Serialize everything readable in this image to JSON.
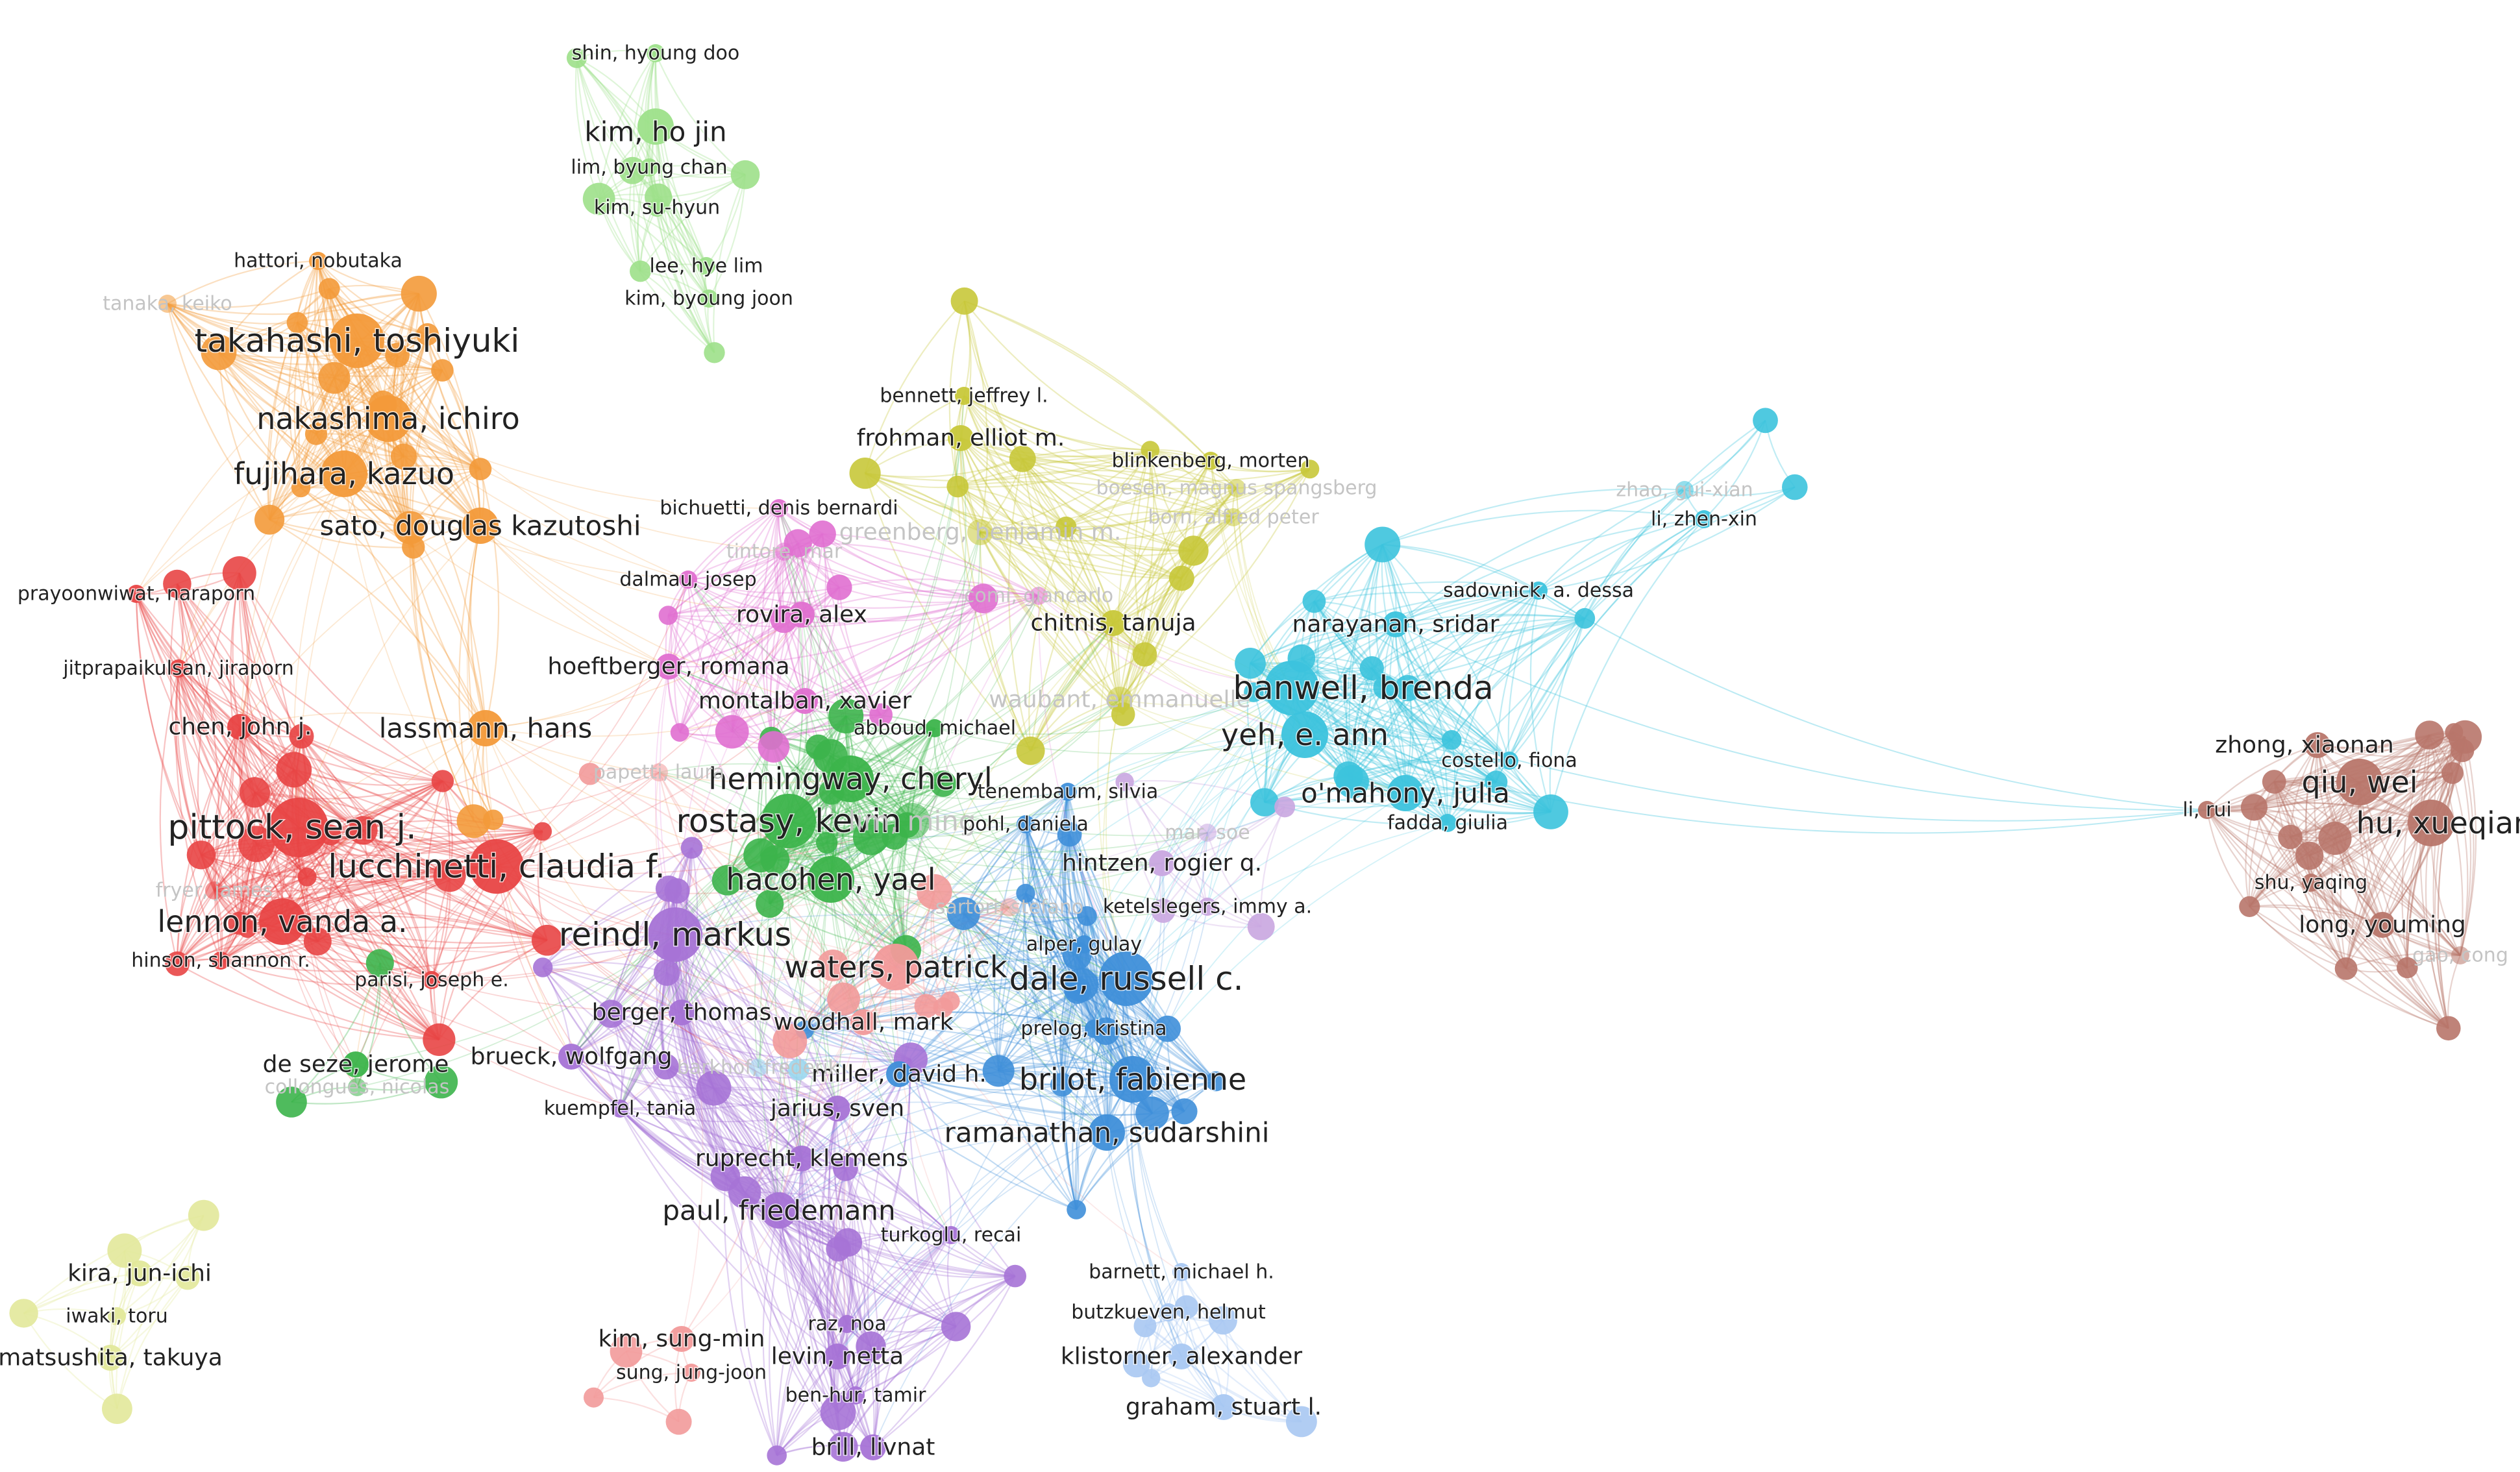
{
  "clusters": [
    {
      "id": "red",
      "color": "#e84545"
    },
    {
      "id": "green",
      "color": "#3cb44b"
    },
    {
      "id": "orange",
      "color": "#f39a3a"
    },
    {
      "id": "cyan",
      "color": "#3cc3dd"
    },
    {
      "id": "blue",
      "color": "#3f8fd9"
    },
    {
      "id": "lightgreen",
      "color": "#9de08a"
    },
    {
      "id": "olive",
      "color": "#c8c83a"
    },
    {
      "id": "purple",
      "color": "#a673d6"
    },
    {
      "id": "pink",
      "color": "#e06fd0"
    },
    {
      "id": "brown",
      "color": "#b8766a"
    },
    {
      "id": "salmon",
      "color": "#f29a9a"
    },
    {
      "id": "lavender",
      "color": "#c9a6e0"
    },
    {
      "id": "lightblue",
      "color": "#a9c8f2"
    },
    {
      "id": "skyblue",
      "color": "#9ad7ee"
    },
    {
      "id": "paleyellow",
      "color": "#e2e89a"
    }
  ],
  "nodes": [
    {
      "id": "shin_hd",
      "label": "shin, hyoung doo",
      "cluster": "lightgreen",
      "weight": 1
    },
    {
      "id": "kim_hj",
      "label": "kim, ho jin",
      "cluster": "lightgreen",
      "weight": 3
    },
    {
      "id": "lim_bc",
      "label": "lim, byung chan",
      "cluster": "lightgreen",
      "weight": 1
    },
    {
      "id": "kim_sh",
      "label": "kim, su-hyun",
      "cluster": "lightgreen",
      "weight": 1
    },
    {
      "id": "lee_hl",
      "label": "lee, hye lim",
      "cluster": "lightgreen",
      "weight": 1
    },
    {
      "id": "kim_bj",
      "label": "kim, byoung joon",
      "cluster": "lightgreen",
      "weight": 1
    },
    {
      "id": "hattori",
      "label": "hattori, nobutaka",
      "cluster": "orange",
      "weight": 1
    },
    {
      "id": "tanaka",
      "label": "tanaka, keiko",
      "cluster": "orange",
      "weight": 1,
      "faded": true
    },
    {
      "id": "takahashi",
      "label": "takahashi, toshiyuki",
      "cluster": "orange",
      "weight": 5
    },
    {
      "id": "nakashima",
      "label": "nakashima, ichiro",
      "cluster": "orange",
      "weight": 4
    },
    {
      "id": "fujihara",
      "label": "fujihara, kazuo",
      "cluster": "orange",
      "weight": 4
    },
    {
      "id": "sato",
      "label": "sato, douglas kazutoshi",
      "cluster": "orange",
      "weight": 3
    },
    {
      "id": "lassmann",
      "label": "lassmann, hans",
      "cluster": "orange",
      "weight": 3
    },
    {
      "id": "prayoonwiwat",
      "label": "prayoonwiwat, naraporn",
      "cluster": "red",
      "weight": 1
    },
    {
      "id": "jitprapaikulsan",
      "label": "jitprapaikulsan, jiraporn",
      "cluster": "red",
      "weight": 1
    },
    {
      "id": "chen_jj",
      "label": "chen, john j.",
      "cluster": "red",
      "weight": 2
    },
    {
      "id": "pittock",
      "label": "pittock, sean j.",
      "cluster": "red",
      "weight": 6
    },
    {
      "id": "lucchinetti",
      "label": "lucchinetti, claudia f.",
      "cluster": "red",
      "weight": 5
    },
    {
      "id": "lennon",
      "label": "lennon, vanda a.",
      "cluster": "red",
      "weight": 4
    },
    {
      "id": "hinson",
      "label": "hinson, shannon r.",
      "cluster": "red",
      "weight": 1
    },
    {
      "id": "parisi",
      "label": "parisi, joseph e.",
      "cluster": "red",
      "weight": 1
    },
    {
      "id": "fryer",
      "label": "fryer, james",
      "cluster": "red",
      "weight": 1,
      "faded": true
    },
    {
      "id": "hemingway",
      "label": "hemingway, cheryl",
      "cluster": "green",
      "weight": 4
    },
    {
      "id": "rostasy",
      "label": "rostasy, kevin",
      "cluster": "green",
      "weight": 5
    },
    {
      "id": "hacohen",
      "label": "hacohen, yael",
      "cluster": "green",
      "weight": 4
    },
    {
      "id": "abboud",
      "label": "abboud, michael",
      "cluster": "green",
      "weight": 1
    },
    {
      "id": "de_seze",
      "label": "de seze, jerome",
      "cluster": "green",
      "weight": 2
    },
    {
      "id": "collongues",
      "label": "collongues, nicolas",
      "cluster": "green",
      "weight": 1,
      "faded": true
    },
    {
      "id": "lim_ming",
      "label": "lim, ming",
      "cluster": "green",
      "weight": 3,
      "faded": true
    },
    {
      "id": "bennett",
      "label": "bennett, jeffrey l.",
      "cluster": "olive",
      "weight": 1
    },
    {
      "id": "frohman",
      "label": "frohman, elliot m.",
      "cluster": "olive",
      "weight": 2
    },
    {
      "id": "greenberg",
      "label": "greenberg, benjamin m.",
      "cluster": "olive",
      "weight": 2,
      "faded": true
    },
    {
      "id": "blinkenberg",
      "label": "blinkenberg, morten",
      "cluster": "olive",
      "weight": 1
    },
    {
      "id": "boesen",
      "label": "boesen, magnus spangsberg",
      "cluster": "olive",
      "weight": 1,
      "faded": true
    },
    {
      "id": "born",
      "label": "born, alfred peter",
      "cluster": "olive",
      "weight": 1,
      "faded": true
    },
    {
      "id": "chitnis",
      "label": "chitnis, tanuja",
      "cluster": "olive",
      "weight": 2
    },
    {
      "id": "waubant",
      "label": "waubant, emmanuelle",
      "cluster": "olive",
      "weight": 2,
      "faded": true
    },
    {
      "id": "bichuetti",
      "label": "bichuetti, denis bernardi",
      "cluster": "pink",
      "weight": 1
    },
    {
      "id": "tintore",
      "label": "tintore, mar",
      "cluster": "pink",
      "weight": 1,
      "faded": true
    },
    {
      "id": "dalmau",
      "label": "dalmau, josep",
      "cluster": "pink",
      "weight": 1
    },
    {
      "id": "rovira",
      "label": "rovira, alex",
      "cluster": "pink",
      "weight": 2
    },
    {
      "id": "hoeftberger",
      "label": "hoeftberger, romana",
      "cluster": "pink",
      "weight": 2
    },
    {
      "id": "montalban",
      "label": "montalban, xavier",
      "cluster": "pink",
      "weight": 2
    },
    {
      "id": "comi",
      "label": "comi, giancarlo",
      "cluster": "pink",
      "weight": 1,
      "faded": true
    },
    {
      "id": "zhao",
      "label": "zhao, gui-xian",
      "cluster": "cyan",
      "weight": 1,
      "faded": true
    },
    {
      "id": "li_zx",
      "label": "li, zhen-xin",
      "cluster": "cyan",
      "weight": 1
    },
    {
      "id": "sadovnick",
      "label": "sadovnick, a. dessa",
      "cluster": "cyan",
      "weight": 1
    },
    {
      "id": "narayanan",
      "label": "narayanan, sridar",
      "cluster": "cyan",
      "weight": 2
    },
    {
      "id": "banwell",
      "label": "banwell, brenda",
      "cluster": "cyan",
      "weight": 5
    },
    {
      "id": "yeh",
      "label": "yeh, e. ann",
      "cluster": "cyan",
      "weight": 4
    },
    {
      "id": "costello",
      "label": "costello, fiona",
      "cluster": "cyan",
      "weight": 1
    },
    {
      "id": "omahony",
      "label": "o'mahony, julia",
      "cluster": "cyan",
      "weight": 3
    },
    {
      "id": "fadda",
      "label": "fadda, giulia",
      "cluster": "cyan",
      "weight": 1
    },
    {
      "id": "tenembaum",
      "label": "tenembaum, silvia",
      "cluster": "blue",
      "weight": 1
    },
    {
      "id": "pohl",
      "label": "pohl, daniela",
      "cluster": "blue",
      "weight": 1
    },
    {
      "id": "alper",
      "label": "alper, gulay",
      "cluster": "blue",
      "weight": 1
    },
    {
      "id": "dale",
      "label": "dale, russell c.",
      "cluster": "blue",
      "weight": 5
    },
    {
      "id": "prelog",
      "label": "prelog, kristina",
      "cluster": "blue",
      "weight": 1
    },
    {
      "id": "brilot",
      "label": "brilot, fabienne",
      "cluster": "blue",
      "weight": 4
    },
    {
      "id": "miller",
      "label": "miller, david h.",
      "cluster": "blue",
      "weight": 2
    },
    {
      "id": "ramanathan",
      "label": "ramanathan, sudarshini",
      "cluster": "blue",
      "weight": 3
    },
    {
      "id": "mar_soe",
      "label": "mar, soe",
      "cluster": "lavender",
      "weight": 1,
      "faded": true
    },
    {
      "id": "hintzen",
      "label": "hintzen, rogier q.",
      "cluster": "lavender",
      "weight": 2
    },
    {
      "id": "ketelslegers",
      "label": "ketelslegers, immy a.",
      "cluster": "lavender",
      "weight": 1
    },
    {
      "id": "sartori",
      "label": "sartori, stefano",
      "cluster": "salmon",
      "weight": 1,
      "faded": true
    },
    {
      "id": "waters",
      "label": "waters, patrick",
      "cluster": "salmon",
      "weight": 4
    },
    {
      "id": "woodhall",
      "label": "woodhall, mark",
      "cluster": "salmon",
      "weight": 2
    },
    {
      "id": "kim_sm",
      "label": "kim, sung-min",
      "cluster": "salmon",
      "weight": 2
    },
    {
      "id": "sung_jj",
      "label": "sung, jung-joon",
      "cluster": "salmon",
      "weight": 1
    },
    {
      "id": "papetti",
      "label": "papetti, laura",
      "cluster": "salmon",
      "weight": 1,
      "faded": true
    },
    {
      "id": "reindl",
      "label": "reindl, markus",
      "cluster": "purple",
      "weight": 5
    },
    {
      "id": "berger",
      "label": "berger, thomas",
      "cluster": "purple",
      "weight": 2
    },
    {
      "id": "brueck",
      "label": "brueck, wolfgang",
      "cluster": "purple",
      "weight": 2
    },
    {
      "id": "kuempfel",
      "label": "kuempfel, tania",
      "cluster": "purple",
      "weight": 1
    },
    {
      "id": "jarius",
      "label": "jarius, sven",
      "cluster": "purple",
      "weight": 2
    },
    {
      "id": "ruprecht",
      "label": "ruprecht, klemens",
      "cluster": "purple",
      "weight": 2
    },
    {
      "id": "paul",
      "label": "paul, friedemann",
      "cluster": "purple",
      "weight": 3
    },
    {
      "id": "turkoglu",
      "label": "turkoglu, recai",
      "cluster": "purple",
      "weight": 1
    },
    {
      "id": "raz",
      "label": "raz, noa",
      "cluster": "purple",
      "weight": 1
    },
    {
      "id": "levin",
      "label": "levin, netta",
      "cluster": "purple",
      "weight": 2
    },
    {
      "id": "ben_hur",
      "label": "ben-hur, tamir",
      "cluster": "purple",
      "weight": 1
    },
    {
      "id": "brill",
      "label": "brill, livnat",
      "cluster": "purple",
      "weight": 2
    },
    {
      "id": "barkhof",
      "label": "barkhof, frederik",
      "cluster": "skyblue",
      "weight": 1,
      "faded": true
    },
    {
      "id": "barnett",
      "label": "barnett, michael h.",
      "cluster": "lightblue",
      "weight": 1
    },
    {
      "id": "butzkueven",
      "label": "butzkueven, helmut",
      "cluster": "lightblue",
      "weight": 1
    },
    {
      "id": "klistorner",
      "label": "klistorner, alexander",
      "cluster": "lightblue",
      "weight": 2
    },
    {
      "id": "graham",
      "label": "graham, stuart l.",
      "cluster": "lightblue",
      "weight": 2
    },
    {
      "id": "kira",
      "label": "kira, jun-ichi",
      "cluster": "paleyellow",
      "weight": 2
    },
    {
      "id": "iwaki",
      "label": "iwaki, toru",
      "cluster": "paleyellow",
      "weight": 1
    },
    {
      "id": "matsushita",
      "label": "matsushita, takuya",
      "cluster": "paleyellow",
      "weight": 2
    },
    {
      "id": "zhong",
      "label": "zhong, xiaonan",
      "cluster": "brown",
      "weight": 2
    },
    {
      "id": "qiu",
      "label": "qiu, wei",
      "cluster": "brown",
      "weight": 4
    },
    {
      "id": "hu",
      "label": "hu, xueqiang",
      "cluster": "brown",
      "weight": 4
    },
    {
      "id": "li_rui",
      "label": "li, rui",
      "cluster": "brown",
      "weight": 1
    },
    {
      "id": "shu",
      "label": "shu, yaqing",
      "cluster": "brown",
      "weight": 1
    },
    {
      "id": "long",
      "label": "long, youming",
      "cluster": "brown",
      "weight": 2
    },
    {
      "id": "gao",
      "label": "gao, cong",
      "cluster": "brown",
      "weight": 1,
      "faded": true
    }
  ]
}
